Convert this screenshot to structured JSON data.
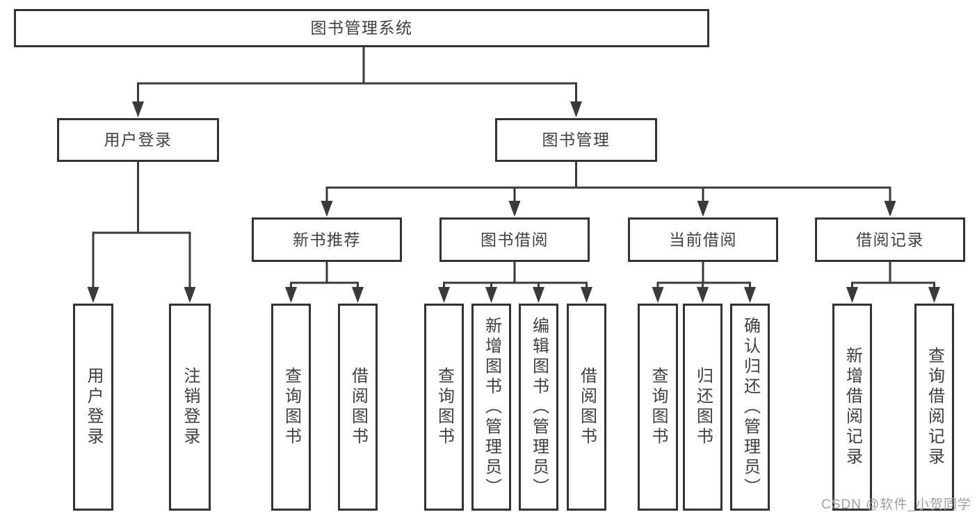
{
  "title": {
    "label": "图书管理系统"
  },
  "level2": {
    "user_login": {
      "label": "用户登录"
    },
    "book_management": {
      "label": "图书管理"
    }
  },
  "level3": {
    "new_book_recommend": {
      "label": "新书推荐"
    },
    "book_borrowing": {
      "label": "图书借阅"
    },
    "current_borrowing": {
      "label": "当前借阅"
    },
    "borrowing_records": {
      "label": "借阅记录"
    }
  },
  "leaves": {
    "user_login": {
      "label": "用户登录"
    },
    "logout": {
      "label": "注销登录"
    },
    "recommend_query_book": {
      "label": "查询图书"
    },
    "recommend_borrow_book": {
      "label": "借阅图书"
    },
    "borrowing_query_book": {
      "label": "查询图书"
    },
    "borrowing_add_book": {
      "label": "新增图书（管理员）"
    },
    "borrowing_edit_book": {
      "label": "编辑图书（管理员）"
    },
    "borrowing_borrow_book": {
      "label": "借阅图书"
    },
    "current_query_book": {
      "label": "查询图书"
    },
    "current_return_book": {
      "label": "归还图书"
    },
    "current_confirm_return": {
      "label": "确认归还（管理员）"
    },
    "records_add_record": {
      "label": "新增借阅记录"
    },
    "records_query_record": {
      "label": "查询借阅记录"
    }
  },
  "watermark": {
    "text": "CSDN @软件_小贺同学"
  },
  "colors": {
    "line": "#3a3a3a",
    "box_border": "#333333",
    "text": "#3f3f3f",
    "watermark": "#9e9e9e",
    "background": "#ffffff"
  }
}
